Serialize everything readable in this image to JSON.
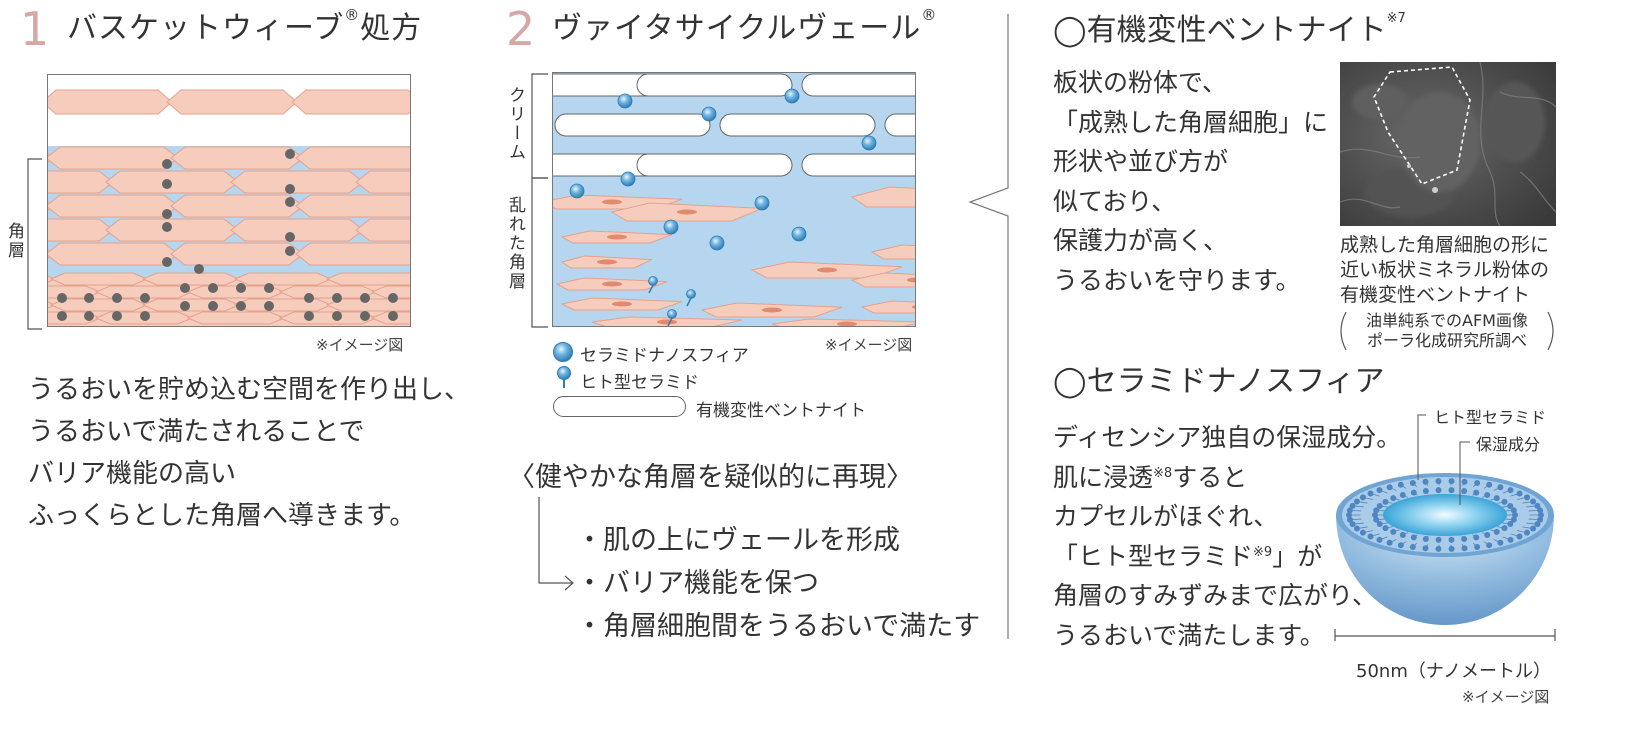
{
  "section1": {
    "number": "1",
    "title": "バスケットウィーブ",
    "reg": "®",
    "title_suffix": "処方",
    "side_label": "角層",
    "image_note": "※イメージ図",
    "body_lines": [
      "うるおいを貯め込む空間を作り出し、",
      "うるおいで満たされることで",
      "バリア機能の高い",
      "ふっくらとした角層へ導きます。"
    ]
  },
  "section2": {
    "number": "2",
    "title": "ヴァイタサイクルヴェール",
    "reg": "®",
    "label_cream": "クリーム",
    "label_disturbed": "乱れた角層",
    "image_note": "※イメージ図",
    "legend": [
      {
        "icon": "ceramide-nanosphere-icon",
        "label": "セラミドナノスフィア"
      },
      {
        "icon": "human-ceramide-icon",
        "label": "ヒト型セラミド"
      },
      {
        "icon": "bentonite-capsule-icon",
        "label": "有機変性ベントナイト"
      }
    ],
    "heading": "〈健やかな角層を疑似的に再現〉",
    "bullets": [
      "・肌の上にヴェールを形成",
      "・バリア機能を保つ",
      "・角層細胞間をうるおいで満たす"
    ]
  },
  "section3": {
    "bentonite_title": "◯有機変性ベントナイト",
    "bentonite_title_note": "※7",
    "bentonite_body": [
      "板状の粉体で、",
      "「成熟した角層細胞」に",
      "形状や並び方が",
      "似ており、",
      "保護力が高く、",
      "うるおいを守ります。"
    ],
    "photo_caption": [
      "成熟した角層細胞の形に",
      "近い板状ミネラル粉体の",
      "有機変性ベントナイト"
    ],
    "photo_source": [
      "油単純系でのAFM画像",
      "ポーラ化成研究所調べ"
    ],
    "ceramide_title": "◯セラミドナノスフィア",
    "ceramide_body": [
      "ディセンシア独自の保湿成分。",
      "肌に浸透",
      "すると",
      "カプセルがほぐれ、",
      "「ヒト型セラミド",
      "」が",
      "角層のすみずみまで広がり、",
      "うるおいで満たします。"
    ],
    "note8": "※8",
    "note9": "※9",
    "sphere_label_ceramide": "ヒト型セラミド",
    "sphere_label_moist": "保湿成分",
    "scale_label": "50nm（ナノメートル）",
    "image_note": "※イメージ図"
  },
  "colors": {
    "pink_number": "#d9a6a6",
    "cell_fill": "#f6cdbd",
    "cell_stroke": "#e6a18d",
    "moisture_blue": "#b5d6ee",
    "dot_gray": "#666666"
  }
}
